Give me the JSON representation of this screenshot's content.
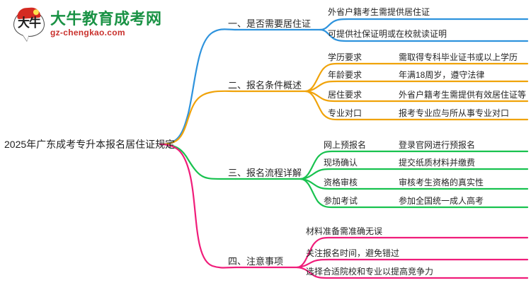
{
  "logo": {
    "mark_char": "大牛",
    "title": "大牛教育成考网",
    "subtitle": "gz-chengkao.com",
    "title_color": "#1a9245",
    "subtitle_color": "#c9302c",
    "hat_color": "#d42a22"
  },
  "mindmap": {
    "root": {
      "label": "2025年广东成考专升本报名居住证规定"
    },
    "branches": [
      {
        "label": "一、是否需要居住证",
        "color": "#2e93dd",
        "children": [
          {
            "label": "外省户籍考生需提供居住证"
          },
          {
            "label": "可提供社保证明或在校就读证明"
          }
        ]
      },
      {
        "label": "二、报名条件概述",
        "color": "#f0a30a",
        "children": [
          {
            "label": "学历要求",
            "detail": "需取得专科毕业证书或以上学历"
          },
          {
            "label": "年龄要求",
            "detail": "年满18周岁，遵守法律"
          },
          {
            "label": "居住要求",
            "detail": "外省户籍考生需提供有效居住证等"
          },
          {
            "label": "专业对口",
            "detail": "报考专业应与所从事专业对口"
          }
        ]
      },
      {
        "label": "三、报名流程详解",
        "color": "#18c24f",
        "children": [
          {
            "label": "网上预报名",
            "detail": "登录官网进行预报名"
          },
          {
            "label": "现场确认",
            "detail": "提交纸质材料并缴费"
          },
          {
            "label": "资格审核",
            "detail": "审核考生资格的真实性"
          },
          {
            "label": "参加考试",
            "detail": "参加全国统一成人高考"
          }
        ]
      },
      {
        "label": "四、注意事项",
        "color": "#f01d7a",
        "children": [
          {
            "label": "材料准备需准确无误"
          },
          {
            "label": "关注报名时间，避免错过"
          },
          {
            "label": "选择合适院校和专业以提高竞争力"
          }
        ]
      }
    ]
  }
}
